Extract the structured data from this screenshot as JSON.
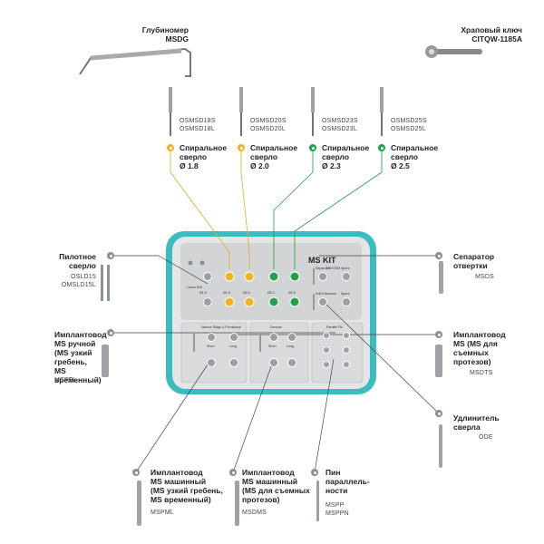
{
  "depth_gauge": {
    "label_line1": "Глубиномер",
    "label_line2": "MSDG"
  },
  "ratchet": {
    "label_line1": "Храповый ключ",
    "label_line2": "CITQW-1185A"
  },
  "drills": [
    {
      "code_s": "OSMSD18S",
      "code_l": "OSMSD18L",
      "name_line1": "Спиральное",
      "name_line2": "сверло",
      "size": "Ø 1.8",
      "color": "#f0b325"
    },
    {
      "code_s": "OSMSD20S",
      "code_l": "OSMSD20L",
      "name_line1": "Спиральное",
      "name_line2": "сверло",
      "size": "Ø 2.0",
      "color": "#f0b325"
    },
    {
      "code_s": "OSMSD23S",
      "code_l": "OSMSD23L",
      "name_line1": "Спиральное",
      "name_line2": "сверло",
      "size": "Ø 2.3",
      "color": "#21a24a"
    },
    {
      "code_s": "OSMSD25S",
      "code_l": "OSMSD25L",
      "name_line1": "Спиральное",
      "name_line2": "сверло",
      "size": "Ø 2.5",
      "color": "#21a24a"
    }
  ],
  "pilot_drill": {
    "name_line1": "Пилотное",
    "name_line2": "сверло",
    "code1": "OSLD15",
    "code2": "OMSLD15L"
  },
  "driver_separator": {
    "name_line1": "Сепаратор",
    "name_line2": "отвертки",
    "code": "MSDS"
  },
  "manual_driver": {
    "name_line1": "Имплантовод",
    "name_line2": "MS ручной",
    "name_line3": "(MS узкий",
    "name_line4": "гребень,",
    "name_line5": "MS временный)",
    "code": "MSPTL"
  },
  "driver_denture": {
    "name_line1": "Имплантовод",
    "name_line2": "MS (MS для",
    "name_line3": "съемных",
    "name_line4": "протезов)",
    "code": "MSDTS"
  },
  "drill_extension": {
    "name_line1": "Удлинитель",
    "name_line2": "сверла",
    "code": "ODE"
  },
  "machine_driver_narrow": {
    "name_line1": "Имплантовод",
    "name_line2": "MS машинный",
    "name_line3": "(MS узкий гребень,",
    "name_line4": "MS временный)",
    "code": "MSPML"
  },
  "machine_driver_denture": {
    "name_line1": "Имплантовод",
    "name_line2": "MS машинный",
    "name_line3": "(MS для съемных",
    "name_line4": "протезов)",
    "code": "MSDMS"
  },
  "parallel_pin": {
    "name_line1": "Пин",
    "name_line2": "параллель-",
    "name_line3": "ности",
    "code1": "MSPP",
    "code2": "MSPPN"
  },
  "kit": {
    "title": "MS KIT",
    "brand": "OSSTEM",
    "row_labels": [
      "Ø1.5",
      "Ø1.8",
      "Ø2.0",
      "Ø2.3",
      "Ø2.5"
    ],
    "lance_drill": "Lance Drill",
    "separator": "Separator",
    "spare": "Spare",
    "drill_extension": "Drill Extension",
    "section_narrow": "Narrow Ridge & Provisional",
    "section_denture": "Denture",
    "section_parallel": "Parallel Pin",
    "short": "Short",
    "long": "Long"
  }
}
